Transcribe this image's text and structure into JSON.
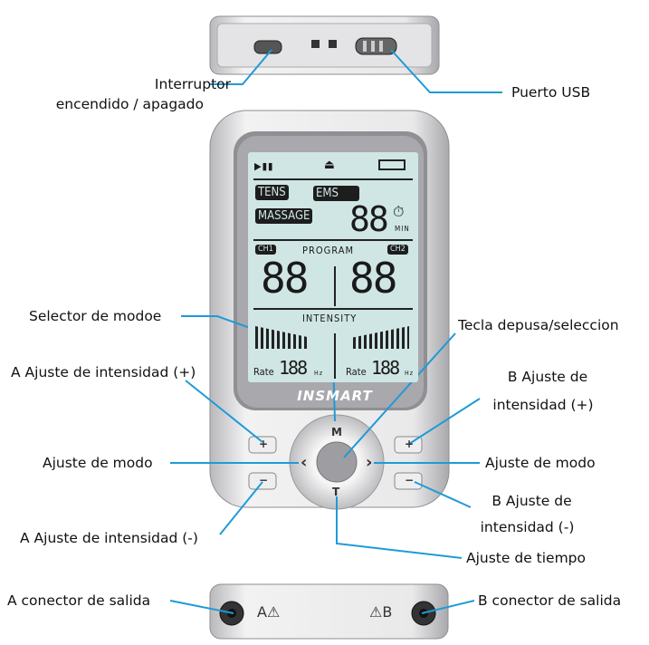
{
  "device": {
    "brand": "INSMART",
    "lcd": {
      "tens": "TENS",
      "ems": "EMS",
      "massage": "MASSAGE",
      "timer_digits": "88",
      "timer_unit": "MIN",
      "ch1": "CH1",
      "ch2": "CH2",
      "program": "PROGRAM",
      "program_ch1": "88",
      "program_ch2": "88",
      "intensity": "INTENSITY",
      "rate_label": "Rate",
      "rate_ch1": "188",
      "rate_ch2": "188",
      "rate_unit": "Hz"
    },
    "keys": {
      "m": "M",
      "t": "T",
      "plus": "+",
      "minus": "−",
      "left": "‹",
      "right": "›"
    },
    "bottom": {
      "a": "A⚠",
      "b": "⚠B"
    }
  },
  "labels": {
    "power_switch_1": "Interruptor",
    "power_switch_2": "encendido / apagado",
    "usb": "Puerto USB",
    "mode_selector": "Selector de modoe",
    "a_plus": "A Ajuste de intensidad (+)",
    "mode_left": "Ajuste de modo",
    "a_minus": "A Ajuste de intensidad (-)",
    "pause_key": "Tecla depusa/seleccion",
    "b_plus_1": "B Ajuste de",
    "b_plus_2": "intensidad (+)",
    "mode_right": "Ajuste de modo",
    "b_minus_1": "B Ajuste de",
    "b_minus_2": "intensidad (-)",
    "time": "Ajuste de tiempo",
    "a_out": "A conector de salida",
    "b_out": "B conector de salida"
  },
  "colors": {
    "leader": "#1f9ad8",
    "lcd": "#cfe6e4",
    "body": "#d8d8da"
  }
}
